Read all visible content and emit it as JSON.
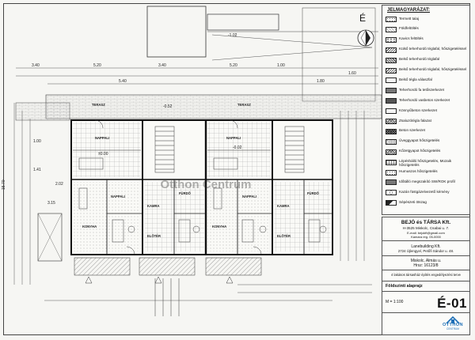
{
  "legend": {
    "title": "JELMAGYARÁZAT:",
    "items": [
      {
        "label": "Termett talaj",
        "swatch": "dots"
      },
      {
        "label": "Földfeltöltés",
        "swatch": "hatch"
      },
      {
        "label": "Kavics feltöltés",
        "swatch": "gravel"
      },
      {
        "label": "Külső teherhordó téglafal, hőszigeteléssel",
        "swatch": "diag"
      },
      {
        "label": "Belső teherhordó téglafal",
        "swatch": "diag2"
      },
      {
        "label": "Belső teherhordó téglafal, hőszigeteléssel",
        "swatch": "diag"
      },
      {
        "label": "Belső tégla válaszfal",
        "swatch": "light"
      },
      {
        "label": "Teherhordó fa tetőszerkezet",
        "swatch": "dark"
      },
      {
        "label": "Teherhordó vasbeton szerkezet",
        "swatch": "dark2"
      },
      {
        "label": "Könnyűbeton szerkezet",
        "swatch": "light"
      },
      {
        "label": "Zsaluzótégla falazat",
        "swatch": "cross"
      },
      {
        "label": "Beton szerkezet",
        "swatch": "crossdark"
      },
      {
        "label": "Üveggyapot hőszigetelés",
        "swatch": "wave"
      },
      {
        "label": "Kőzetgyapot hőszigetelés",
        "swatch": "cross"
      },
      {
        "label": "Lépéshálló hőszigetelés, Mozaik hőszigetelés",
        "swatch": "grid"
      },
      {
        "label": "Humuszos hőszigetelés",
        "swatch": "dots"
      },
      {
        "label": "Időtálló megszakító SW/ROK profil",
        "swatch": "dark"
      },
      {
        "label": "Kazán füstgázelvezető kémény",
        "swatch": "circle"
      },
      {
        "label": "Sépészeti ötszag",
        "swatch": "triangle"
      }
    ]
  },
  "title_block": {
    "firm_name": "BEJÓ és TÁRSA Kft.",
    "firm_address": "H-3525 Miskolc, Csabai u. 7.",
    "firm_email": "E-mail: bejokft@gmail.com",
    "firm_phone": "Kamara reg. 05-0000",
    "client_name": "Lanebuilding Kft.",
    "client_address": "2724 Újlengyel, Petőfi Sándor u. 48.",
    "site_city": "Miskolc, Almás u.",
    "site_lot": "Hrsz: 16123/8",
    "project_desc": "4 lakásos társasház építés engedélyezési terve",
    "drawing_title": "Földszinti alaprajz",
    "scale": "M = 1:100",
    "drawing_code": "É-01",
    "logo_main": "OTTHON",
    "logo_sub": "CENTRUM"
  },
  "plan": {
    "north_label": "É",
    "watermark": "Otthon Centrum",
    "rooms": [
      "NAPPALI",
      "NAPPALI",
      "NAPPALI",
      "NAPPALI",
      "KONYHA",
      "KONYHA",
      "FÜRDŐ",
      "FÜRDŐ",
      "ELŐTÉR",
      "ELŐTÉR",
      "KAMRA",
      "KAMRA",
      "TERASZ",
      "TERASZ"
    ],
    "dims_top": [
      "3.40",
      "5.20",
      "3.40",
      "5.20",
      "1.00",
      "1.80",
      "5.40",
      "1.60"
    ],
    "dims_left": [
      "15.70",
      "1.41",
      "1.00",
      "2.02",
      "3.15"
    ],
    "levels": [
      "-0.02",
      "-0.52",
      "±0.00",
      "-1.02"
    ]
  },
  "colors": {
    "line": "#222222",
    "accent": "#1d6fb7"
  }
}
